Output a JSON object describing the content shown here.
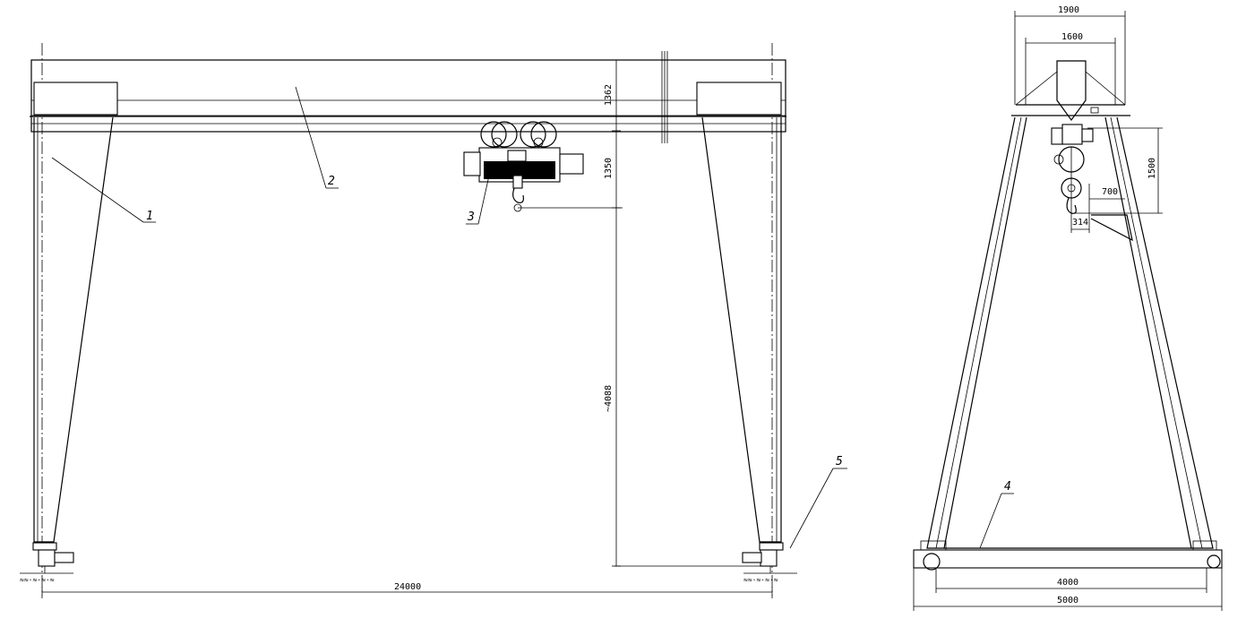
{
  "front_view": {
    "callouts": [
      "1",
      "2",
      "3",
      "5"
    ],
    "dimensions": {
      "span": "24000",
      "girder_height": "1362",
      "hook_offset": "1350",
      "lift_height": "~4088"
    }
  },
  "side_view": {
    "callouts": [
      "4"
    ],
    "dimensions": {
      "top_outer": "1900",
      "top_inner": "1600",
      "hoist_height": "1500",
      "bracket_length": "700",
      "bracket_offset": "314",
      "wheel_base": "4000",
      "base_width": "5000"
    }
  }
}
